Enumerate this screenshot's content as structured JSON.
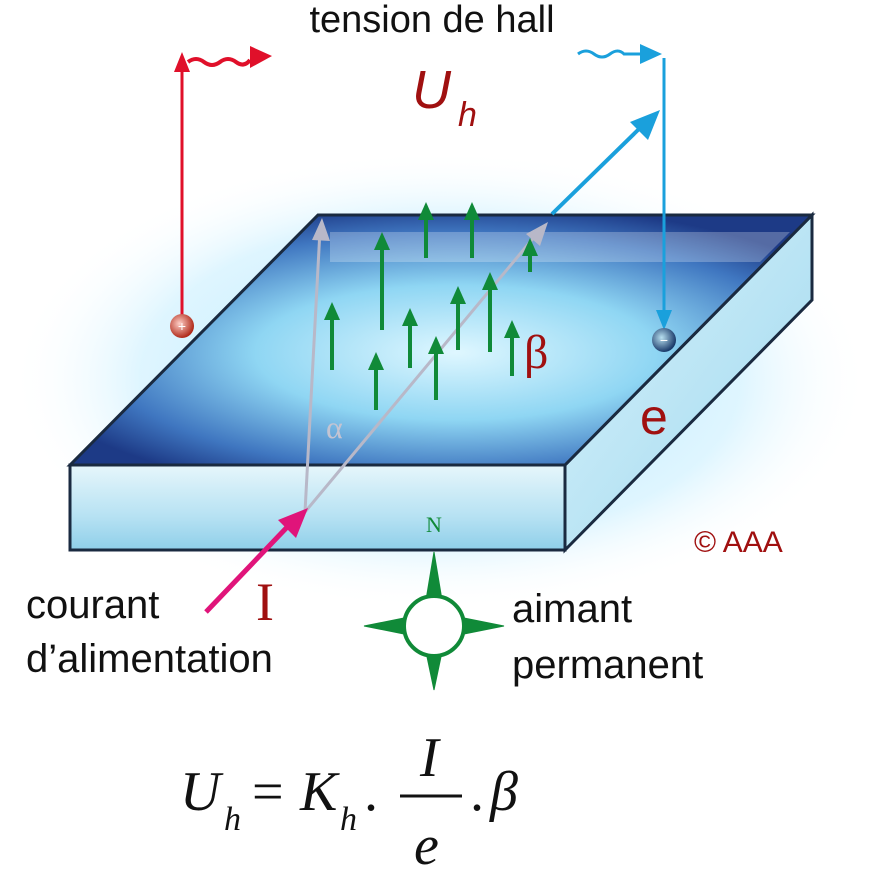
{
  "title": "tension de hall",
  "voltage_symbol": {
    "main": "U",
    "sub": "h"
  },
  "field_symbol": "β",
  "angle_symbol": "α",
  "thickness_symbol": "e",
  "current_symbol": "I",
  "current_label": {
    "line1": "courant",
    "line2": "d’alimentation"
  },
  "magnet_label": {
    "line1": "aimant",
    "line2": "permanent"
  },
  "north_label": "N",
  "copyright": "© AAA",
  "formula": {
    "lhs_main": "U",
    "lhs_sub": "h",
    "equals": "=",
    "coef_main": "K",
    "coef_sub": "h",
    "dot1": ".",
    "numerator": "I",
    "denominator": "e",
    "dot2": ".",
    "last": "β"
  },
  "colors": {
    "positive_lead": "#e0102a",
    "negative_lead": "#1aa0dc",
    "field_arrows": "#108a38",
    "current_arrow": "#e0147a",
    "symbol_red": "#a01010",
    "plate_top": "#1e3f8c",
    "plate_side": "#bfe3f2",
    "guide_lines": "#b8b8c8"
  }
}
